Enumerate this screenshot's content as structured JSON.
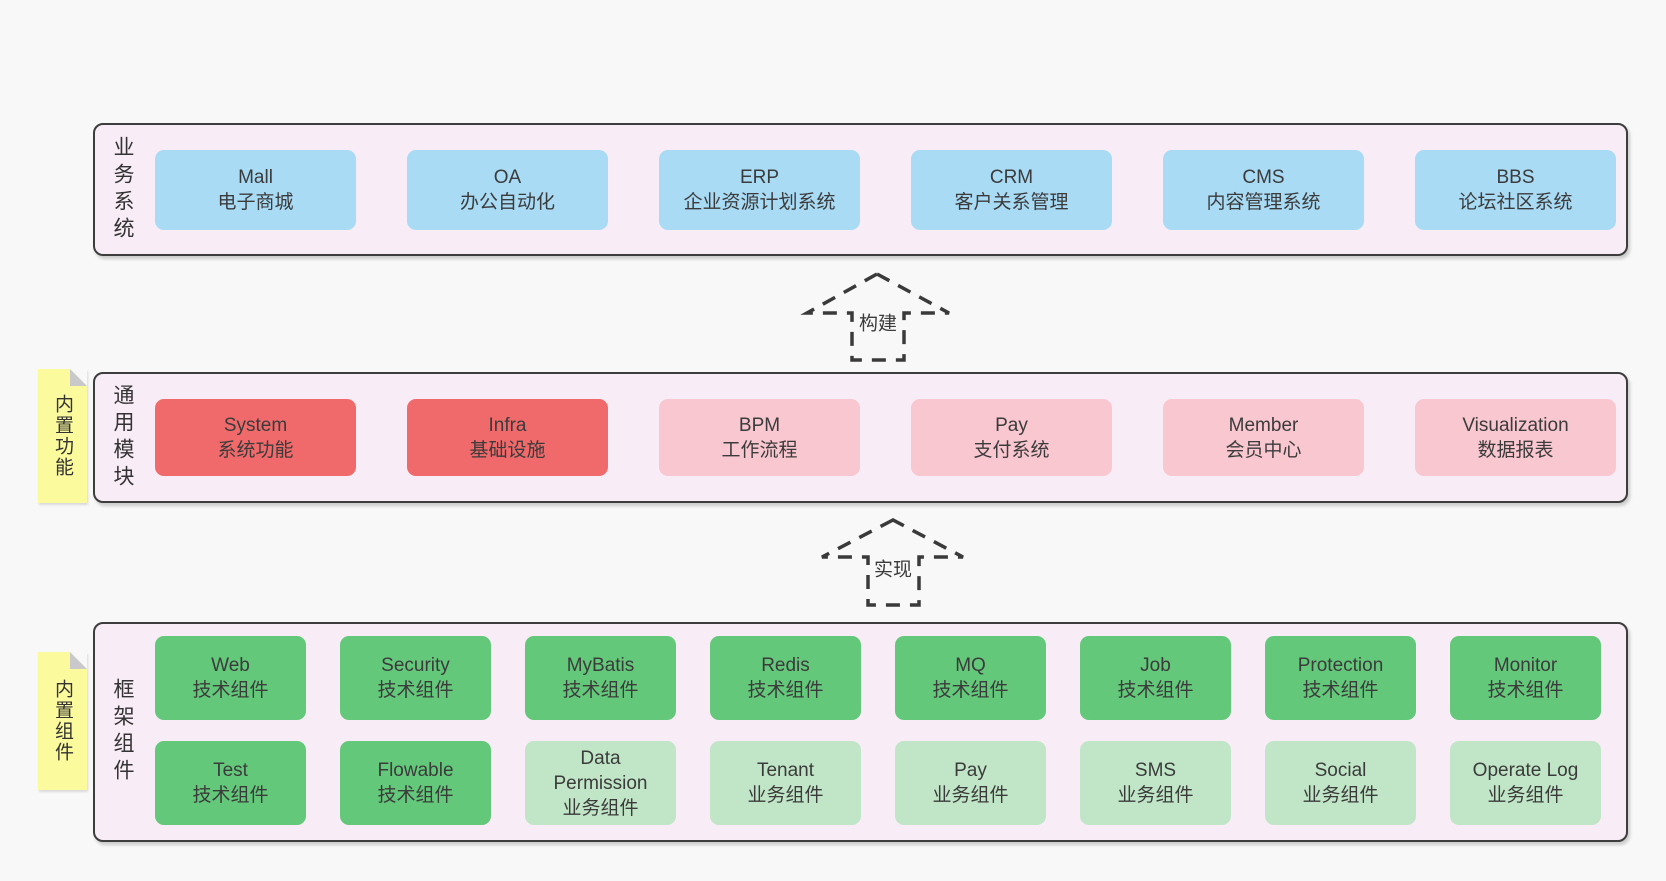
{
  "colors": {
    "blue": "#a9dbf5",
    "red": "#f16a6b",
    "pink": "#f9c7d0",
    "green": "#64c87b",
    "lightgreen": "#c1e6c7",
    "yellow": "#fbfa9d",
    "panel_bg": "#f8edf6",
    "page_bg": "#f8f8f8",
    "border": "#3d3d3d"
  },
  "panels": [
    {
      "id": "business-systems",
      "label": "业务系统",
      "note": null,
      "rows": [
        [
          {
            "name": "Mall",
            "desc": "电子商城",
            "variant": "blue"
          },
          {
            "name": "OA",
            "desc": "办公自动化",
            "variant": "blue"
          },
          {
            "name": "ERP",
            "desc": "企业资源计划系统",
            "variant": "blue"
          },
          {
            "name": "CRM",
            "desc": "客户关系管理",
            "variant": "blue"
          },
          {
            "name": "CMS",
            "desc": "内容管理系统",
            "variant": "blue"
          },
          {
            "name": "BBS",
            "desc": "论坛社区系统",
            "variant": "blue"
          }
        ]
      ]
    },
    {
      "id": "common-modules",
      "label": "通用模块",
      "note": "内置功能",
      "rows": [
        [
          {
            "name": "System",
            "desc": "系统功能",
            "variant": "red"
          },
          {
            "name": "Infra",
            "desc": "基础设施",
            "variant": "red"
          },
          {
            "name": "BPM",
            "desc": "工作流程",
            "variant": "pink"
          },
          {
            "name": "Pay",
            "desc": "支付系统",
            "variant": "pink"
          },
          {
            "name": "Member",
            "desc": "会员中心",
            "variant": "pink"
          },
          {
            "name": "Visualization",
            "desc": "数据报表",
            "variant": "pink"
          }
        ]
      ]
    },
    {
      "id": "framework-components",
      "label": "框架组件",
      "note": "内置组件",
      "rows": [
        [
          {
            "name": "Web",
            "desc": "技术组件",
            "variant": "green"
          },
          {
            "name": "Security",
            "desc": "技术组件",
            "variant": "green"
          },
          {
            "name": "MyBatis",
            "desc": "技术组件",
            "variant": "green"
          },
          {
            "name": "Redis",
            "desc": "技术组件",
            "variant": "green"
          },
          {
            "name": "MQ",
            "desc": "技术组件",
            "variant": "green"
          },
          {
            "name": "Job",
            "desc": "技术组件",
            "variant": "green"
          },
          {
            "name": "Protection",
            "desc": "技术组件",
            "variant": "green"
          },
          {
            "name": "Monitor",
            "desc": "技术组件",
            "variant": "green"
          }
        ],
        [
          {
            "name": "Test",
            "desc": "技术组件",
            "variant": "green"
          },
          {
            "name": "Flowable",
            "desc": "技术组件",
            "variant": "green"
          },
          {
            "name": "Data Permission",
            "desc": "业务组件",
            "variant": "lightgreen"
          },
          {
            "name": "Tenant",
            "desc": "业务组件",
            "variant": "lightgreen"
          },
          {
            "name": "Pay",
            "desc": "业务组件",
            "variant": "lightgreen"
          },
          {
            "name": "SMS",
            "desc": "业务组件",
            "variant": "lightgreen"
          },
          {
            "name": "Social",
            "desc": "业务组件",
            "variant": "lightgreen"
          },
          {
            "name": "Operate Log",
            "desc": "业务组件",
            "variant": "lightgreen"
          }
        ]
      ]
    }
  ],
  "arrows": [
    {
      "label": "构建"
    },
    {
      "label": "实现"
    }
  ]
}
